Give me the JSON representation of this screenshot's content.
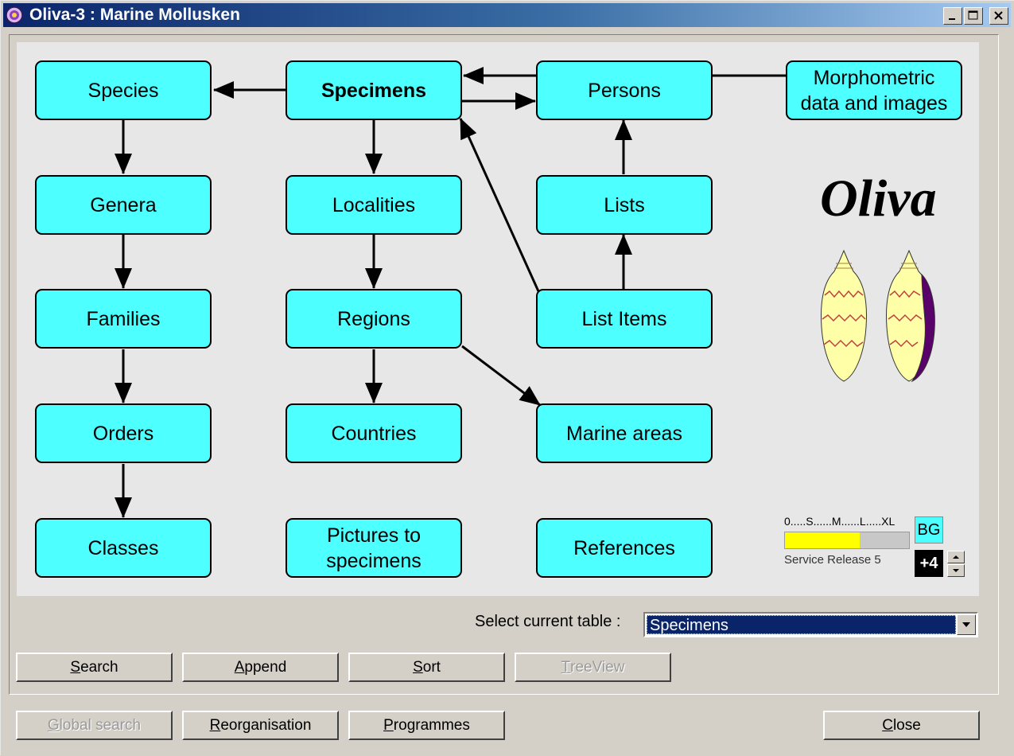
{
  "window": {
    "title": "Oliva-3 : Marine Mollusken",
    "icon": "app-shell-icon"
  },
  "diagram": {
    "nodes": [
      {
        "id": "species",
        "label": "Species",
        "bold": false
      },
      {
        "id": "specimens",
        "label": "Specimens",
        "bold": true
      },
      {
        "id": "persons",
        "label": "Persons",
        "bold": false
      },
      {
        "id": "morphometric",
        "label": "Morphometric\ndata and images",
        "bold": false
      },
      {
        "id": "genera",
        "label": "Genera",
        "bold": false
      },
      {
        "id": "localities",
        "label": "Localities",
        "bold": false
      },
      {
        "id": "lists",
        "label": "Lists",
        "bold": false
      },
      {
        "id": "families",
        "label": "Families",
        "bold": false
      },
      {
        "id": "regions",
        "label": "Regions",
        "bold": false
      },
      {
        "id": "list_items",
        "label": "List Items",
        "bold": false
      },
      {
        "id": "orders",
        "label": "Orders",
        "bold": false
      },
      {
        "id": "countries",
        "label": "Countries",
        "bold": false
      },
      {
        "id": "marine_areas",
        "label": "Marine areas",
        "bold": false
      },
      {
        "id": "classes",
        "label": "Classes",
        "bold": false
      },
      {
        "id": "pictures",
        "label": "Pictures to\nspecimens",
        "bold": false
      },
      {
        "id": "references",
        "label": "References",
        "bold": false
      }
    ],
    "edges": [
      {
        "from": "specimens",
        "to": "species"
      },
      {
        "from": "specimens",
        "to": "persons"
      },
      {
        "from": "persons",
        "to": "specimens"
      },
      {
        "from": "persons",
        "to": "morphometric",
        "arrow": false
      },
      {
        "from": "species",
        "to": "genera"
      },
      {
        "from": "genera",
        "to": "families"
      },
      {
        "from": "families",
        "to": "orders"
      },
      {
        "from": "orders",
        "to": "classes"
      },
      {
        "from": "specimens",
        "to": "localities"
      },
      {
        "from": "localities",
        "to": "regions"
      },
      {
        "from": "regions",
        "to": "countries"
      },
      {
        "from": "regions",
        "to": "marine_areas"
      },
      {
        "from": "lists",
        "to": "persons"
      },
      {
        "from": "list_items",
        "to": "lists"
      },
      {
        "from": "list_items",
        "to": "specimens"
      }
    ]
  },
  "logo": {
    "text": "Oliva",
    "image": "oliva-shells-icon",
    "colors": {
      "shell": "#ffffa8",
      "stripe": "#c04040",
      "aperture": "#5a006a"
    }
  },
  "size_control": {
    "scale_label": "0.....S......M......L.....XL",
    "level_fraction": 0.6,
    "bg_button": "BG",
    "release_label": "Service Release 5",
    "offset_value": "+4"
  },
  "table_select": {
    "label": "Select current table :",
    "value": "Specimens"
  },
  "buttons": {
    "row1": [
      {
        "accel": "S",
        "rest": "earch",
        "enabled": true
      },
      {
        "accel": "A",
        "rest": "ppend",
        "enabled": true
      },
      {
        "accel": "S",
        "rest": "ort",
        "enabled": true
      },
      {
        "accel": "T",
        "rest": "reeView",
        "enabled": false
      }
    ],
    "row2": [
      {
        "accel": "G",
        "rest": "lobal search",
        "enabled": false
      },
      {
        "accel": "R",
        "rest": "eorganisation",
        "enabled": true
      },
      {
        "accel": "P",
        "rest": "rogrammes",
        "enabled": true
      }
    ],
    "close": {
      "accel": "C",
      "rest": "lose",
      "enabled": true
    }
  },
  "colors": {
    "node_fill": "#4dffff",
    "canvas": "#e7e7e7",
    "title_start": "#0a246a",
    "title_end": "#a6caf0"
  }
}
